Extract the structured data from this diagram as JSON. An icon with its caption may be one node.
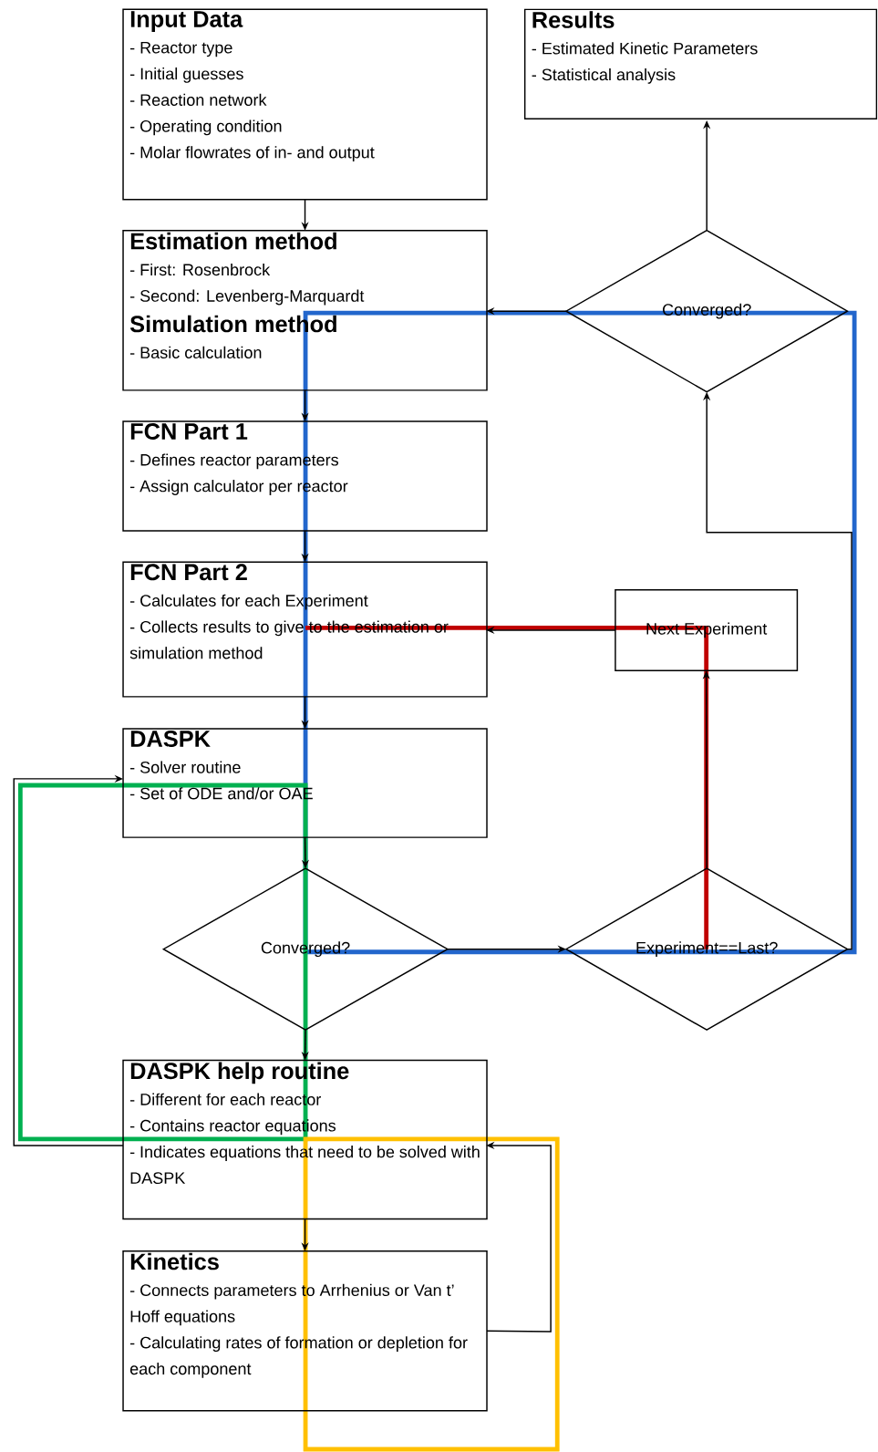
{
  "diagram": {
    "nodes": [
      {
        "text": [
          "Input Data",
          "- Reactor type",
          "- Initial guesses",
          "- Reaction network",
          "- Operating  condition",
          "- Molar flowrates of in- and output"
        ]
      },
      {
        "text": [
          "Results",
          "- Estimated Kinetic Parameters",
          "- Statistical analysis"
        ]
      },
      {
        "text": [
          "Estimation method",
          "- First: Rosenbrock",
          "- Second: Levenberg-Marquardt",
          "Simulation method",
          "- Basic calculation"
        ]
      },
      {
        "text": [
          "Converged?"
        ]
      },
      {
        "text": [
          "FCN Part 1",
          "- Defines reactor parameters",
          "- Assign calculator per reactor"
        ]
      },
      {
        "text": [
          "FCN Part 2",
          "- Calculates for each Experiment",
          "- Collects results to give to the estimation or simulation method"
        ]
      },
      {
        "text": [
          "Next Experiment"
        ]
      },
      {
        "text": [
          "DASPK",
          "- Solver routine",
          "- Set of ODE and/or OAE"
        ]
      },
      {
        "text": [
          "Converged?"
        ]
      },
      {
        "text": [
          "Experiment==Last?"
        ]
      },
      {
        "text": [
          "DASPK help routine",
          "- Different for each reactor",
          "- Contains reactor equations",
          "- Indicates equations that need to be solved with DASPK"
        ]
      },
      {
        "text": [
          "Kinetics",
          "- Connects parameters to Arrhenius or Van t’ Hoff equations",
          "- Calculating rates of formation or depletion for each component"
        ]
      }
    ],
    "edges": [
      {
        "from": 0,
        "to": 2,
        "arrow": "to"
      },
      {
        "from": 2,
        "to": 4,
        "arrow": "to"
      },
      {
        "from": 4,
        "to": 5,
        "arrow": "to"
      },
      {
        "from": 5,
        "to": 7,
        "arrow": "to"
      },
      {
        "from": 7,
        "to": 8,
        "arrow": "to"
      },
      {
        "from": 8,
        "to": 10,
        "arrow": "to"
      },
      {
        "from": 10,
        "to": 11,
        "arrow": "to"
      },
      {
        "from": 8,
        "to": 9,
        "arrow": "to"
      },
      {
        "from": 9,
        "to": 6,
        "arrow": "to"
      },
      {
        "from": 6,
        "to": 5,
        "arrow": "to"
      },
      {
        "from": 9,
        "to": 3,
        "arrow": "to"
      },
      {
        "from": 3,
        "to": 1,
        "arrow": "to"
      },
      {
        "from": 3,
        "to": 2,
        "arrow": "to"
      },
      {
        "from": 10,
        "to": 7,
        "arrow": "to"
      },
      {
        "from": 11,
        "to": 10,
        "arrow": "to"
      }
    ]
  }
}
